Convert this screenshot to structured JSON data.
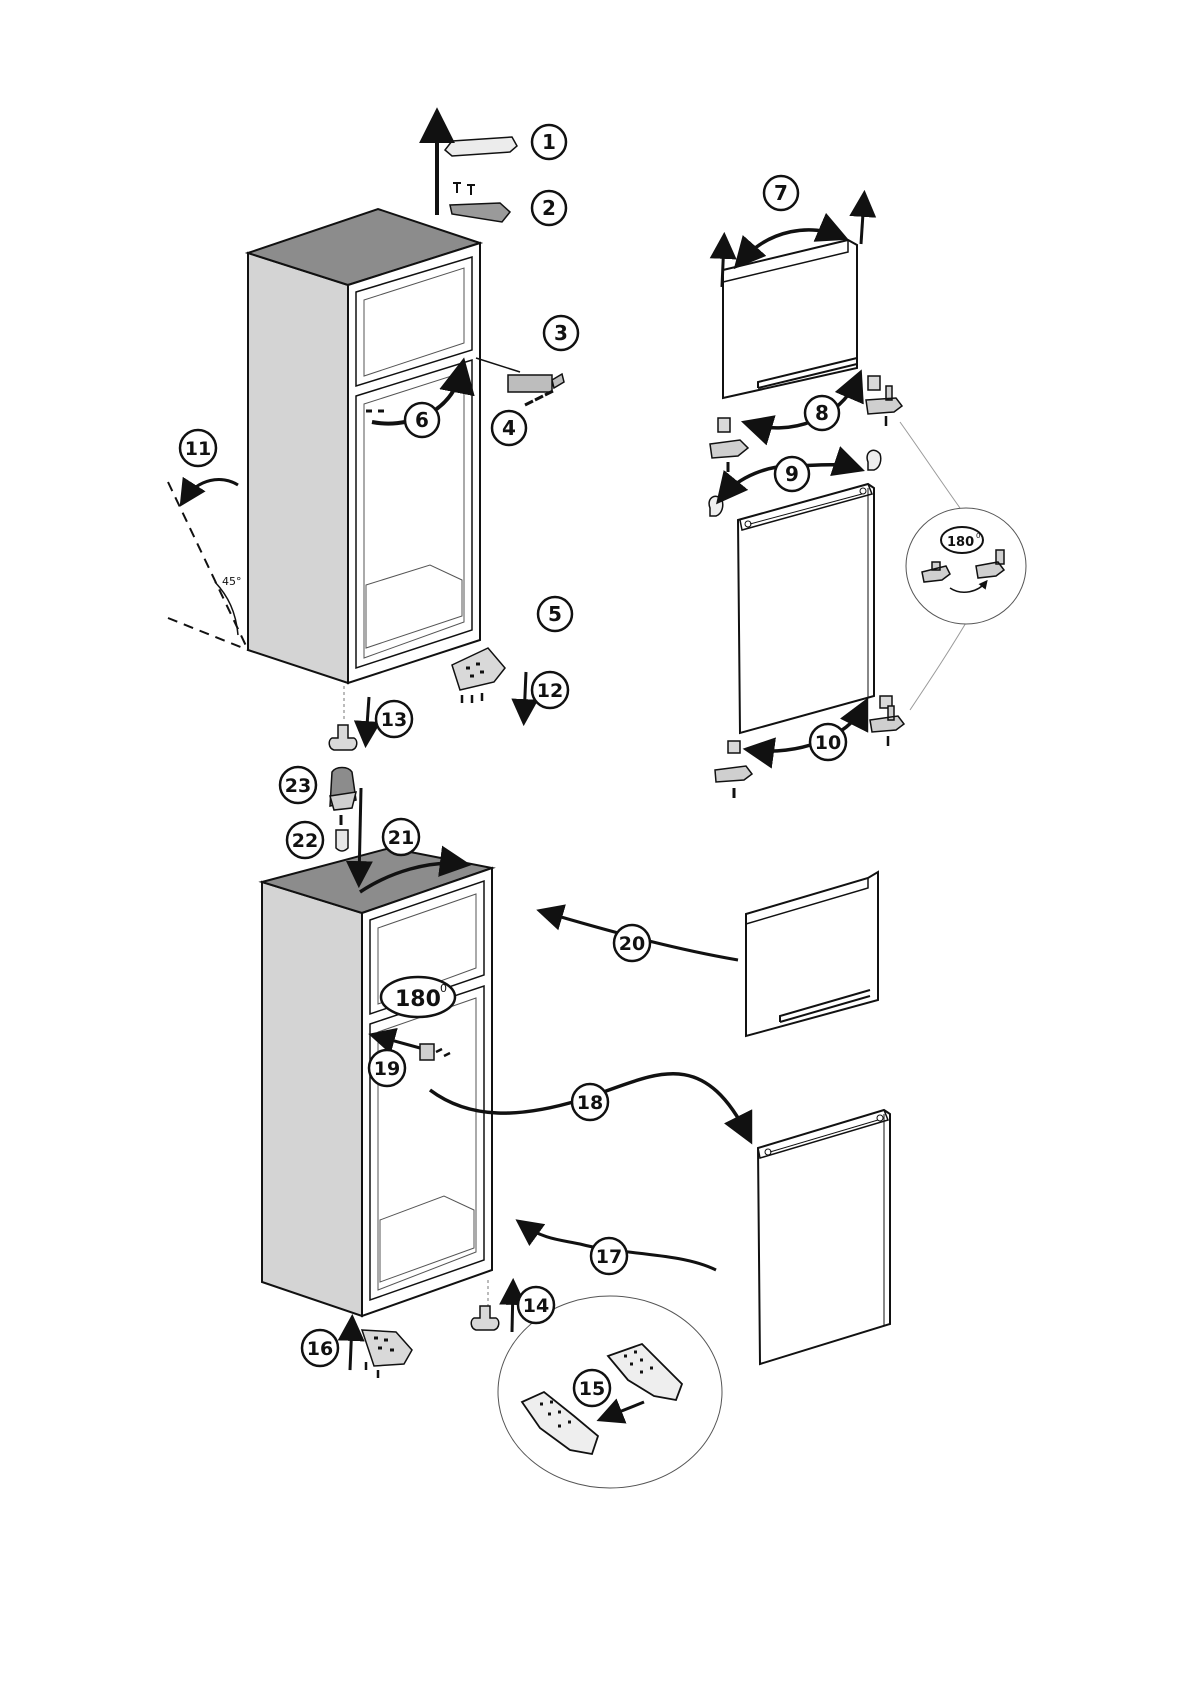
{
  "callouts": [
    "1",
    "2",
    "3",
    "4",
    "5",
    "6",
    "7",
    "8",
    "9",
    "10",
    "11",
    "12",
    "13",
    "14",
    "15",
    "16",
    "17",
    "18",
    "19",
    "20",
    "21",
    "22",
    "23"
  ],
  "angle_label": "45°",
  "rotation_label": "180",
  "rotation_degree_mark": "0",
  "colors": {
    "ink": "#111111",
    "cabinet_side": "#d4d4d4",
    "cabinet_top": "#8c8c8c",
    "door_fill": "#ffffff",
    "part_grey": "#9a9a9a",
    "leader_grey": "#9a9a9a"
  }
}
